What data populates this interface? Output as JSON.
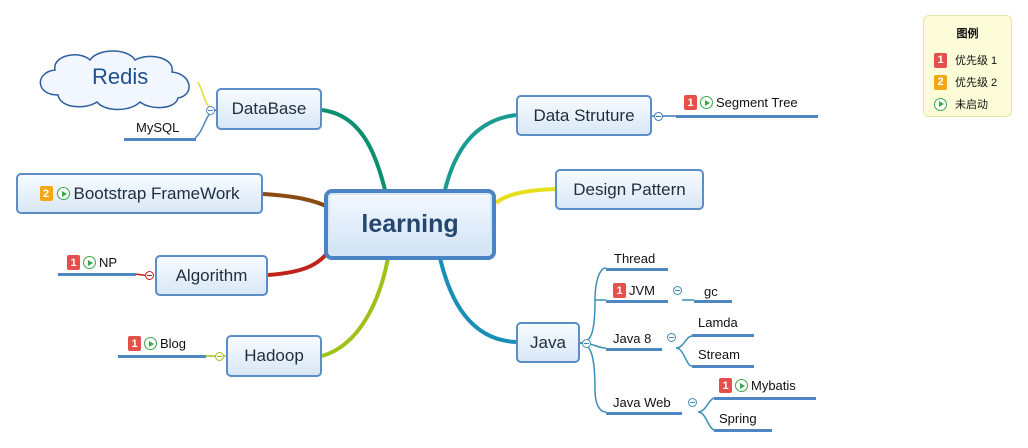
{
  "central": "learning",
  "topics": {
    "database": "DataBase",
    "bootstrap": "Bootstrap FrameWork",
    "algorithm": "Algorithm",
    "hadoop": "Hadoop",
    "data_structure": "Data Struture",
    "design_pattern": "Design Pattern",
    "java": "Java"
  },
  "subtopics": {
    "redis": "Redis",
    "mysql": "MySQL",
    "np": "NP",
    "blog": "Blog",
    "segment_tree": "Segment Tree",
    "thread": "Thread",
    "jvm": "JVM",
    "gc": "gc",
    "java8": "Java 8",
    "lamda": "Lamda",
    "stream": "Stream",
    "java_web": "Java Web",
    "mybatis": "Mybatis",
    "spring": "Spring"
  },
  "priority_labels": {
    "p1": "1",
    "p2": "2"
  },
  "legend": {
    "title": "图例",
    "items": [
      "优先级 1",
      "优先级 2",
      "未启动"
    ]
  },
  "colors": {
    "topic_border": "#5b8ec6",
    "central_border": "#4a84c4",
    "priority1": "#e5504a",
    "priority2": "#f2a814",
    "not_started": "#3aa84a"
  }
}
